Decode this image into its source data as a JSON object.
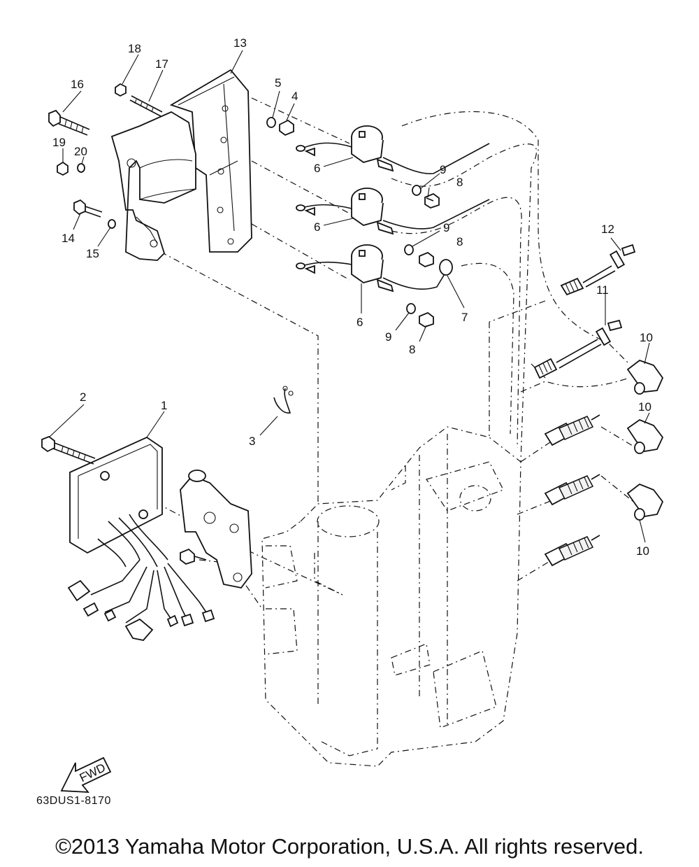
{
  "callouts": {
    "n1": "1",
    "n2": "2",
    "n3": "3",
    "n4": "4",
    "n5": "5",
    "n6": "6",
    "n7": "7",
    "n8": "8",
    "n9": "9",
    "n10": "10",
    "n11": "11",
    "n12": "12",
    "n13": "13",
    "n14": "14",
    "n15": "15",
    "n16": "16",
    "n17": "17",
    "n18": "18",
    "n19": "19",
    "n20": "20"
  },
  "fwd_label": "FWD",
  "diagram_code": "63DUS1-8170",
  "copyright": "©2013 Yamaha Motor Corporation, U.S.A. All rights reserved.",
  "colors": {
    "ink": "#111111",
    "paper": "#ffffff"
  }
}
